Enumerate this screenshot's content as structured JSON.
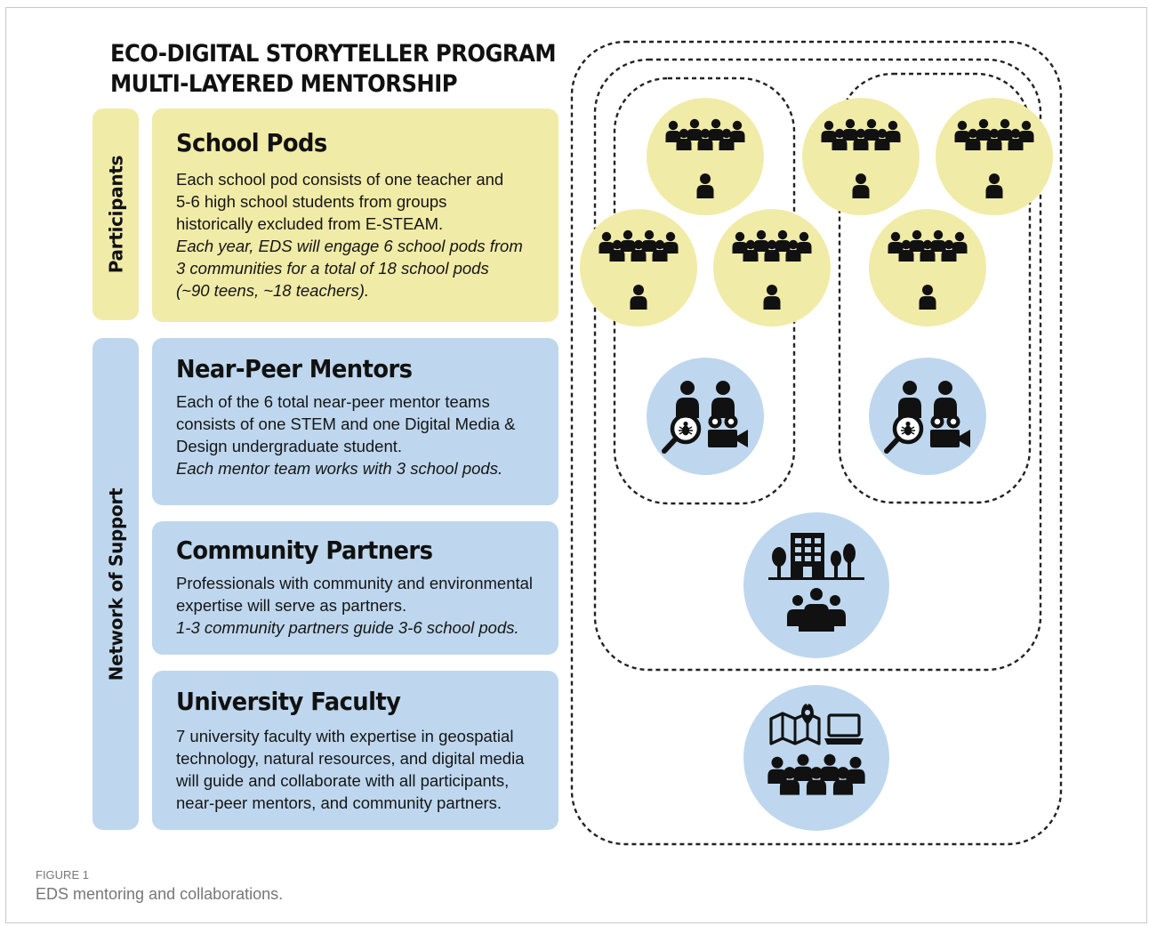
{
  "title": {
    "line1": "ECO-DIGITAL STORYTELLER PROGRAM",
    "line2": "MULTI-LAYERED MENTORSHIP"
  },
  "sidebars": {
    "participants": "Participants",
    "network": "Network of Support"
  },
  "cards": {
    "school_pods": {
      "heading": "School Pods",
      "lines": [
        "Each school pod consists of one teacher and",
        "5-6 high school students from groups",
        "historically excluded from E-STEAM."
      ],
      "italic_lines": [
        "Each year, EDS will engage 6 school pods from",
        "3 communities for a total of 18 school pods",
        "(~90 teens, ~18 teachers)."
      ]
    },
    "near_peer": {
      "heading": "Near-Peer Mentors",
      "lines": [
        "Each of the 6 total near-peer mentor teams",
        "consists of one STEM and one Digital Media &",
        "Design undergraduate student."
      ],
      "italic_lines": [
        "Each mentor team works with 3 school pods."
      ]
    },
    "community": {
      "heading": "Community Partners",
      "lines": [
        "Professionals with community and environmental",
        "expertise will serve as partners."
      ],
      "italic_lines": [
        "1-3 community partners guide 3-6 school pods."
      ]
    },
    "faculty": {
      "heading": "University Faculty",
      "lines": [
        "7 university faculty with expertise in geospatial",
        "technology, natural resources, and digital media",
        "will guide and collaborate with all participants,",
        "near-peer mentors, and community partners."
      ],
      "italic_lines": []
    }
  },
  "diagram": {
    "pod_color": "#f1eba8",
    "support_color": "#bed7ee",
    "icon_color": "#111111",
    "school_pod_icon": "group-with-teacher-icon",
    "mentor_icon": "mentor-pair-icon",
    "community_icon": "city-community-icon",
    "faculty_icon": "map-laptop-faculty-icon"
  },
  "caption": {
    "label": "FIGURE 1",
    "text": "EDS mentoring and collaborations."
  }
}
